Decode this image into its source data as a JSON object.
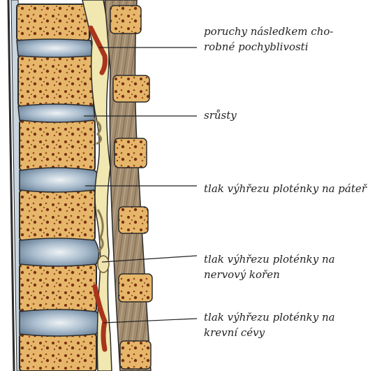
{
  "labels": [
    {
      "id": "label-1",
      "text": "poruchy následkem cho-\nrobné pochyblivosti"
    },
    {
      "id": "label-2",
      "text": "srůsty"
    },
    {
      "id": "label-3",
      "text": "tlak výhřezu ploténky na páteř"
    },
    {
      "id": "label-4",
      "text": "tlak výhřezu ploténky na\nnervový kořen"
    },
    {
      "id": "label-5",
      "text": "tlak výhřezu ploténky na\nkrevní cévy"
    }
  ],
  "colors": {
    "bone": "#e6b76a",
    "bone_dark": "#b35a1c",
    "bone_spots": "#7a2e10",
    "disc": "#9fb4c8",
    "disc_light": "#d8e2ea",
    "canal": "#f1e7b0",
    "ligament": "#9a8468",
    "vessel": "#a8351c",
    "outline": "#2b2b2b",
    "pointer_line": "#222222"
  }
}
